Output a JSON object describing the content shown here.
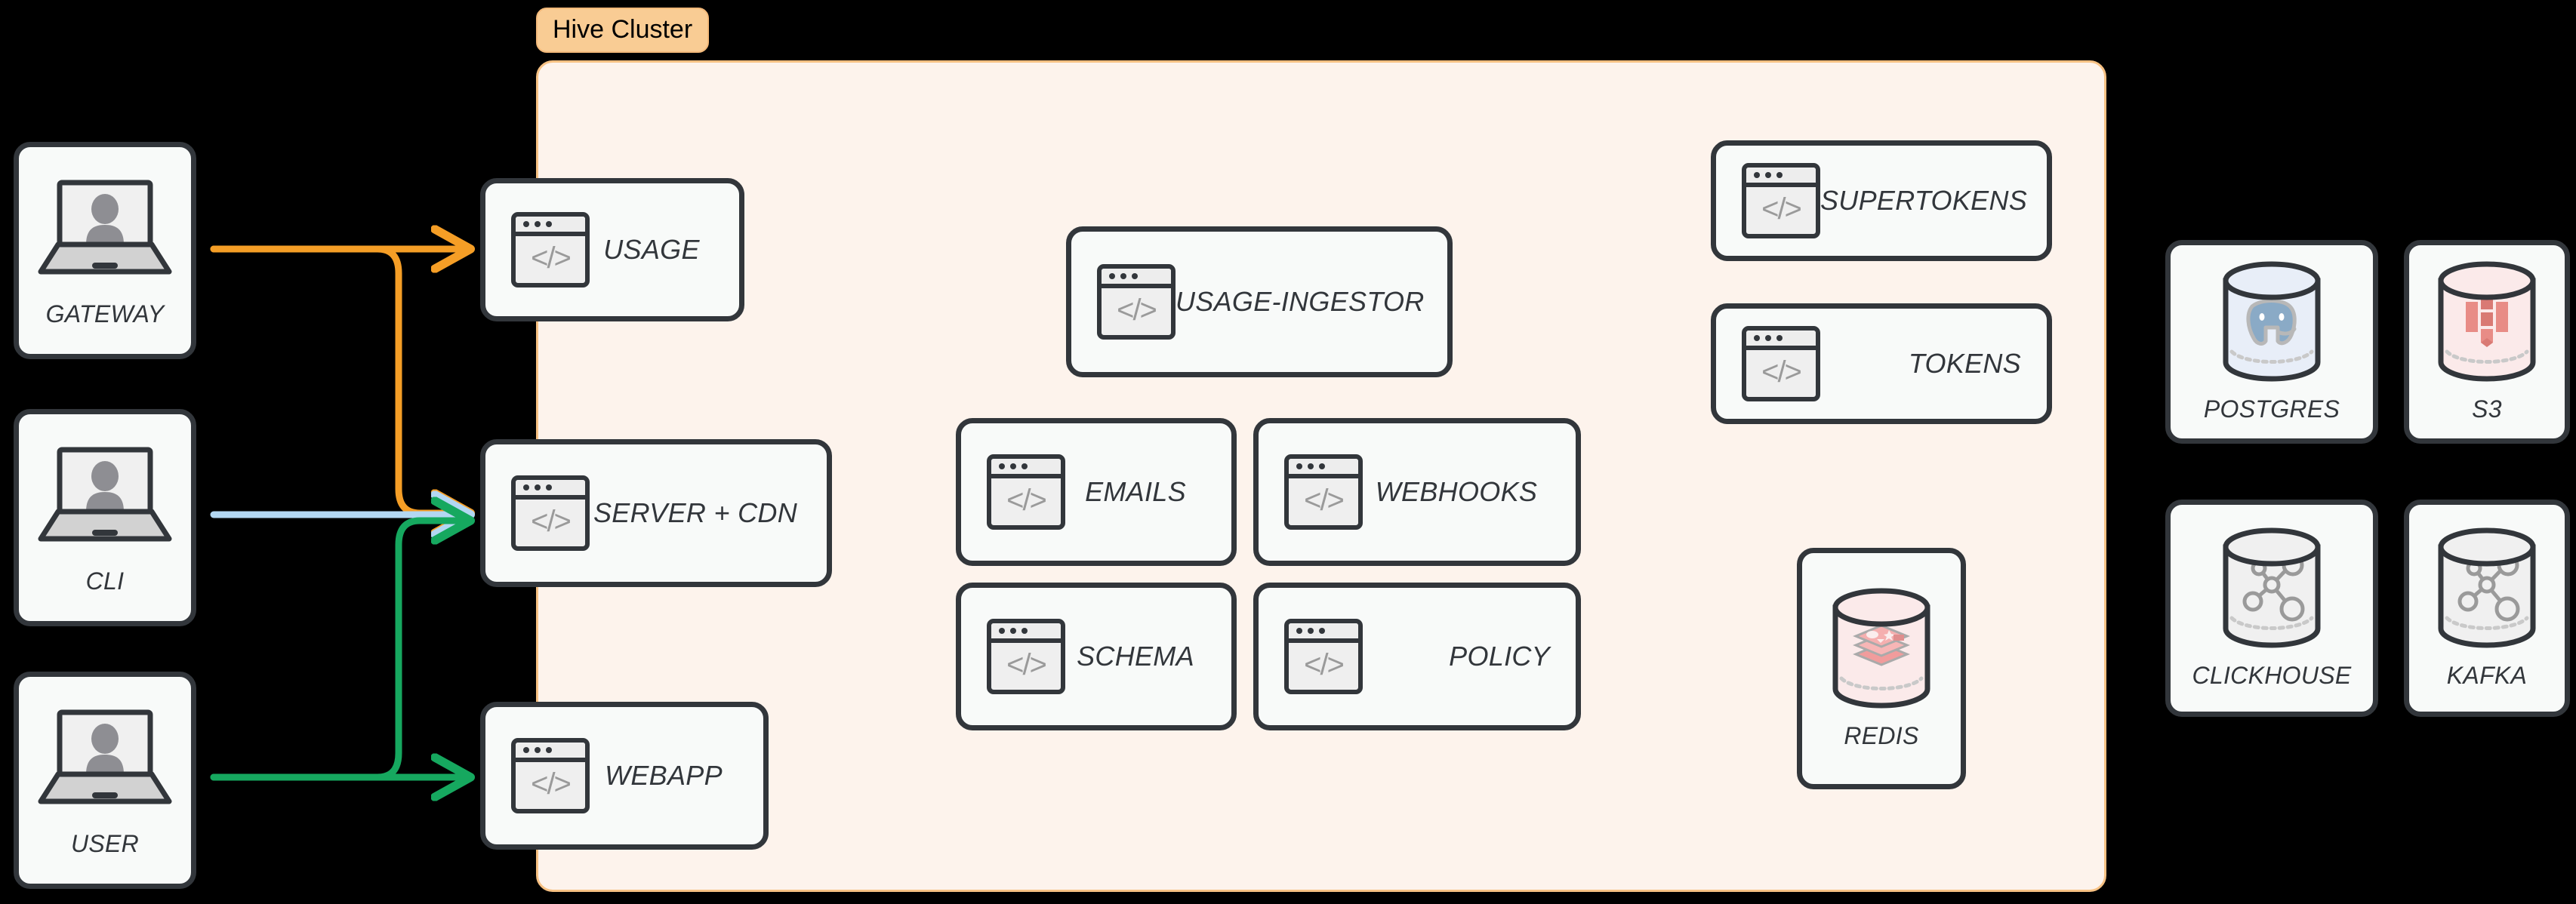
{
  "diagram": {
    "title": "Hive Cluster",
    "background": "#000000",
    "cluster": {
      "label": "Hive Cluster",
      "fill": "#FDF3EC",
      "border": "#F7C183",
      "badge_fill": "#F9CC94"
    }
  },
  "actors": [
    {
      "id": "gateway",
      "label": "GATEWAY",
      "icon": "laptop-user-icon"
    },
    {
      "id": "cli",
      "label": "CLI",
      "icon": "laptop-user-icon"
    },
    {
      "id": "user",
      "label": "USER",
      "icon": "laptop-user-icon"
    }
  ],
  "edge_services": [
    {
      "id": "usage",
      "label": "USAGE",
      "icon": "code-window-icon"
    },
    {
      "id": "server-cdn",
      "label": "SERVER + CDN",
      "icon": "code-window-icon"
    },
    {
      "id": "webapp",
      "label": "WEBAPP",
      "icon": "code-window-icon"
    }
  ],
  "core_services": [
    {
      "id": "usage-ingestor",
      "label": "USAGE-INGESTOR",
      "icon": "code-window-icon"
    },
    {
      "id": "emails",
      "label": "EMAILS",
      "icon": "code-window-icon"
    },
    {
      "id": "webhooks",
      "label": "WEBHOOKS",
      "icon": "code-window-icon"
    },
    {
      "id": "schema",
      "label": "SCHEMA",
      "icon": "code-window-icon"
    },
    {
      "id": "policy",
      "label": "POLICY",
      "icon": "code-window-icon"
    }
  ],
  "auth_services": [
    {
      "id": "supertokens",
      "label": "SUPERTOKENS",
      "icon": "code-window-icon"
    },
    {
      "id": "tokens",
      "label": "TOKENS",
      "icon": "code-window-icon"
    }
  ],
  "cluster_datastores": [
    {
      "id": "redis",
      "label": "REDIS",
      "icon": "redis-cylinder-icon",
      "color": "#F4BDBC"
    }
  ],
  "external_datastores": [
    {
      "id": "postgres",
      "label": "POSTGRES",
      "icon": "postgres-cylinder-icon",
      "color": "#8AAAC6"
    },
    {
      "id": "s3",
      "label": "S3",
      "icon": "s3-cylinder-icon",
      "color": "#E4827C"
    },
    {
      "id": "clickhouse",
      "label": "CLICKHOUSE",
      "icon": "clickhouse-cylinder-icon",
      "color": "#9A9A9A"
    },
    {
      "id": "kafka",
      "label": "KAFKA",
      "icon": "kafka-cylinder-icon",
      "color": "#9A9A9A"
    }
  ],
  "connections": [
    {
      "from": "gateway",
      "to": "usage",
      "color": "#F59E26"
    },
    {
      "from": "gateway",
      "to": "server-cdn",
      "color": "#F59E26"
    },
    {
      "from": "cli",
      "to": "server-cdn",
      "color": "#B3D7F2"
    },
    {
      "from": "user",
      "to": "server-cdn",
      "color": "#16A85F"
    },
    {
      "from": "user",
      "to": "webapp",
      "color": "#16A85F"
    }
  ],
  "icon_glyph": "</>"
}
